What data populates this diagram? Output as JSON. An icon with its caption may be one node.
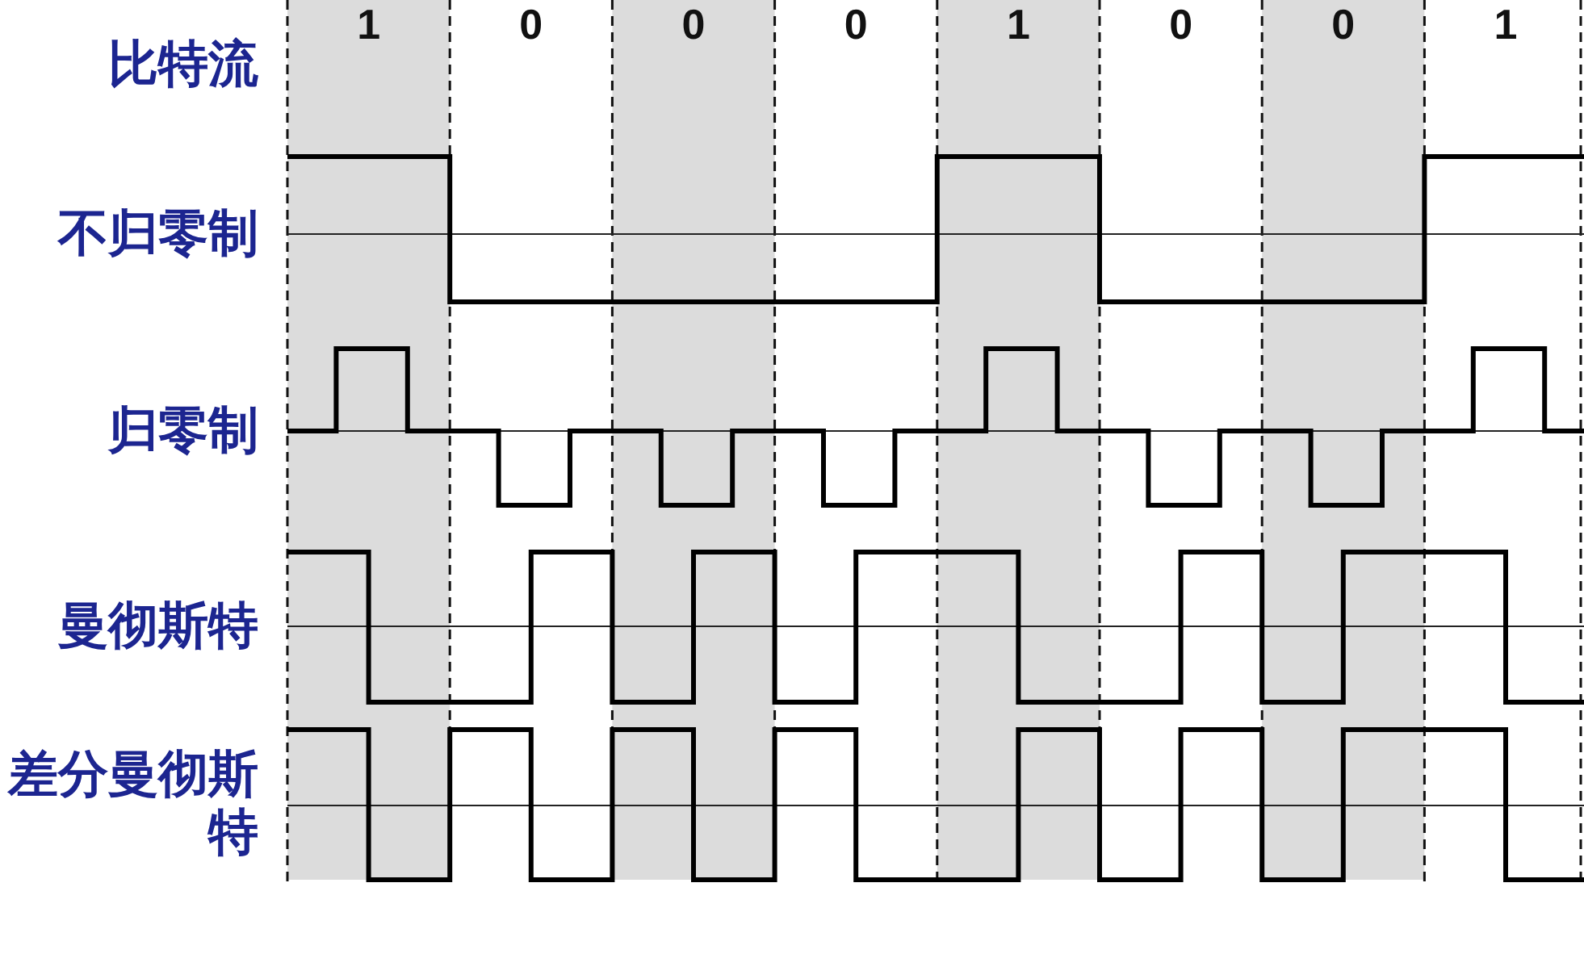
{
  "diagram": {
    "labels": [
      "比特流",
      "1",
      "0",
      "0",
      "0",
      "1",
      "0",
      "0",
      "1",
      "不归零制",
      "归零制",
      "曼彻斯特",
      "差分曼彻斯特"
    ]
  }
}
